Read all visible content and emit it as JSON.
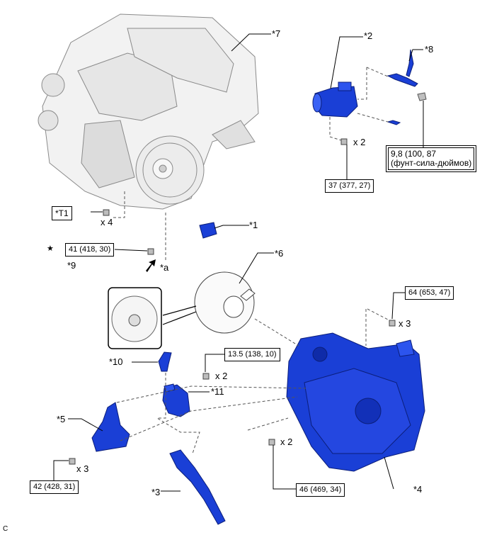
{
  "callouts": {
    "c1": "*1",
    "c2": "*2",
    "c3": "*3",
    "c4": "*4",
    "c5": "*5",
    "c6": "*6",
    "c7": "*7",
    "c8": "*8",
    "c9": "*9",
    "c10": "*10",
    "c11": "*11",
    "ca": "*a",
    "ct1": "*T1"
  },
  "torque": {
    "t_starter_bolt": "37 (377, 27)",
    "t_terminal_nut_line1": "9,8 (100, 87",
    "t_terminal_nut_line2": "(фунт-сила-дюймов)",
    "t_flywheel": "41 (418, 30)",
    "t_trans_top": "64 (653, 47)",
    "t_mount_bracket": "13.5 (138, 10)",
    "t_lower_bracket": "42 (428, 31)",
    "t_trans_lower": "46 (469, 34)"
  },
  "quantities": {
    "q_starter": "x 2",
    "q_t1": "x 4",
    "q_trans_top": "x 3",
    "q_mount": "x 2",
    "q_lower_bracket": "x 3",
    "q_trans_lower": "x 2"
  },
  "symbols": {
    "star": "★",
    "corner": "C"
  },
  "colors": {
    "part_blue": "#1a3fd6",
    "line": "#000000"
  }
}
